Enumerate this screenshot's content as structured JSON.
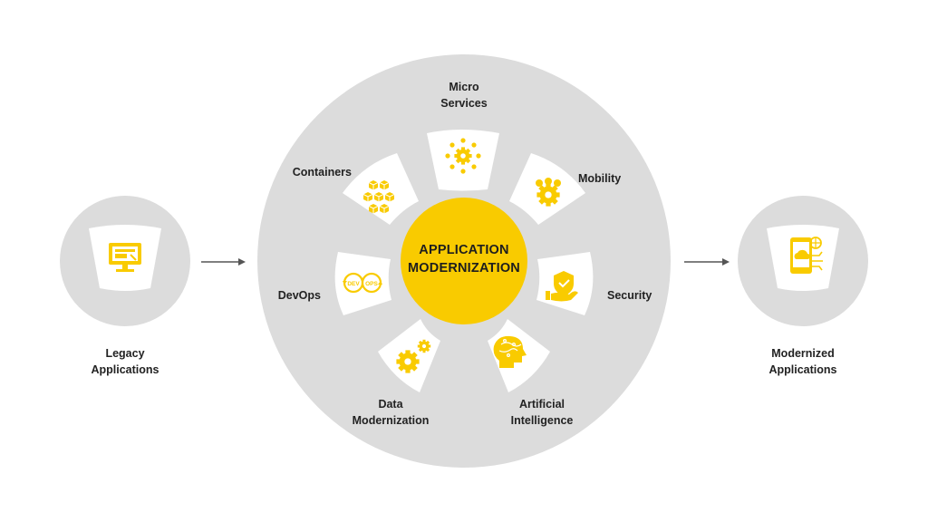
{
  "diagram": {
    "center_title": "APPLICATION\nMODERNIZATION",
    "legacy": {
      "label": "Legacy\nApplications",
      "icon": "legacy-computer-icon"
    },
    "modernized": {
      "label": "Modernized\nApplications",
      "icon": "mobile-cloud-icon"
    },
    "segments": [
      {
        "label": "Micro\nServices",
        "icon": "microservices-gear-icon"
      },
      {
        "label": "Mobility",
        "icon": "team-gear-icon"
      },
      {
        "label": "Security",
        "icon": "shield-hand-icon"
      },
      {
        "label": "Artificial\nIntelligence",
        "icon": "ai-brain-head-icon"
      },
      {
        "label": "Data\nModernization",
        "icon": "gears-icon"
      },
      {
        "label": "DevOps",
        "icon": "devops-cycle-icon"
      },
      {
        "label": "Containers",
        "icon": "containers-boxes-icon"
      }
    ],
    "colors": {
      "accent": "#F9CB00",
      "circle": "#DCDCDC",
      "panel": "#FFFFFF",
      "arrow": "#555555"
    }
  }
}
